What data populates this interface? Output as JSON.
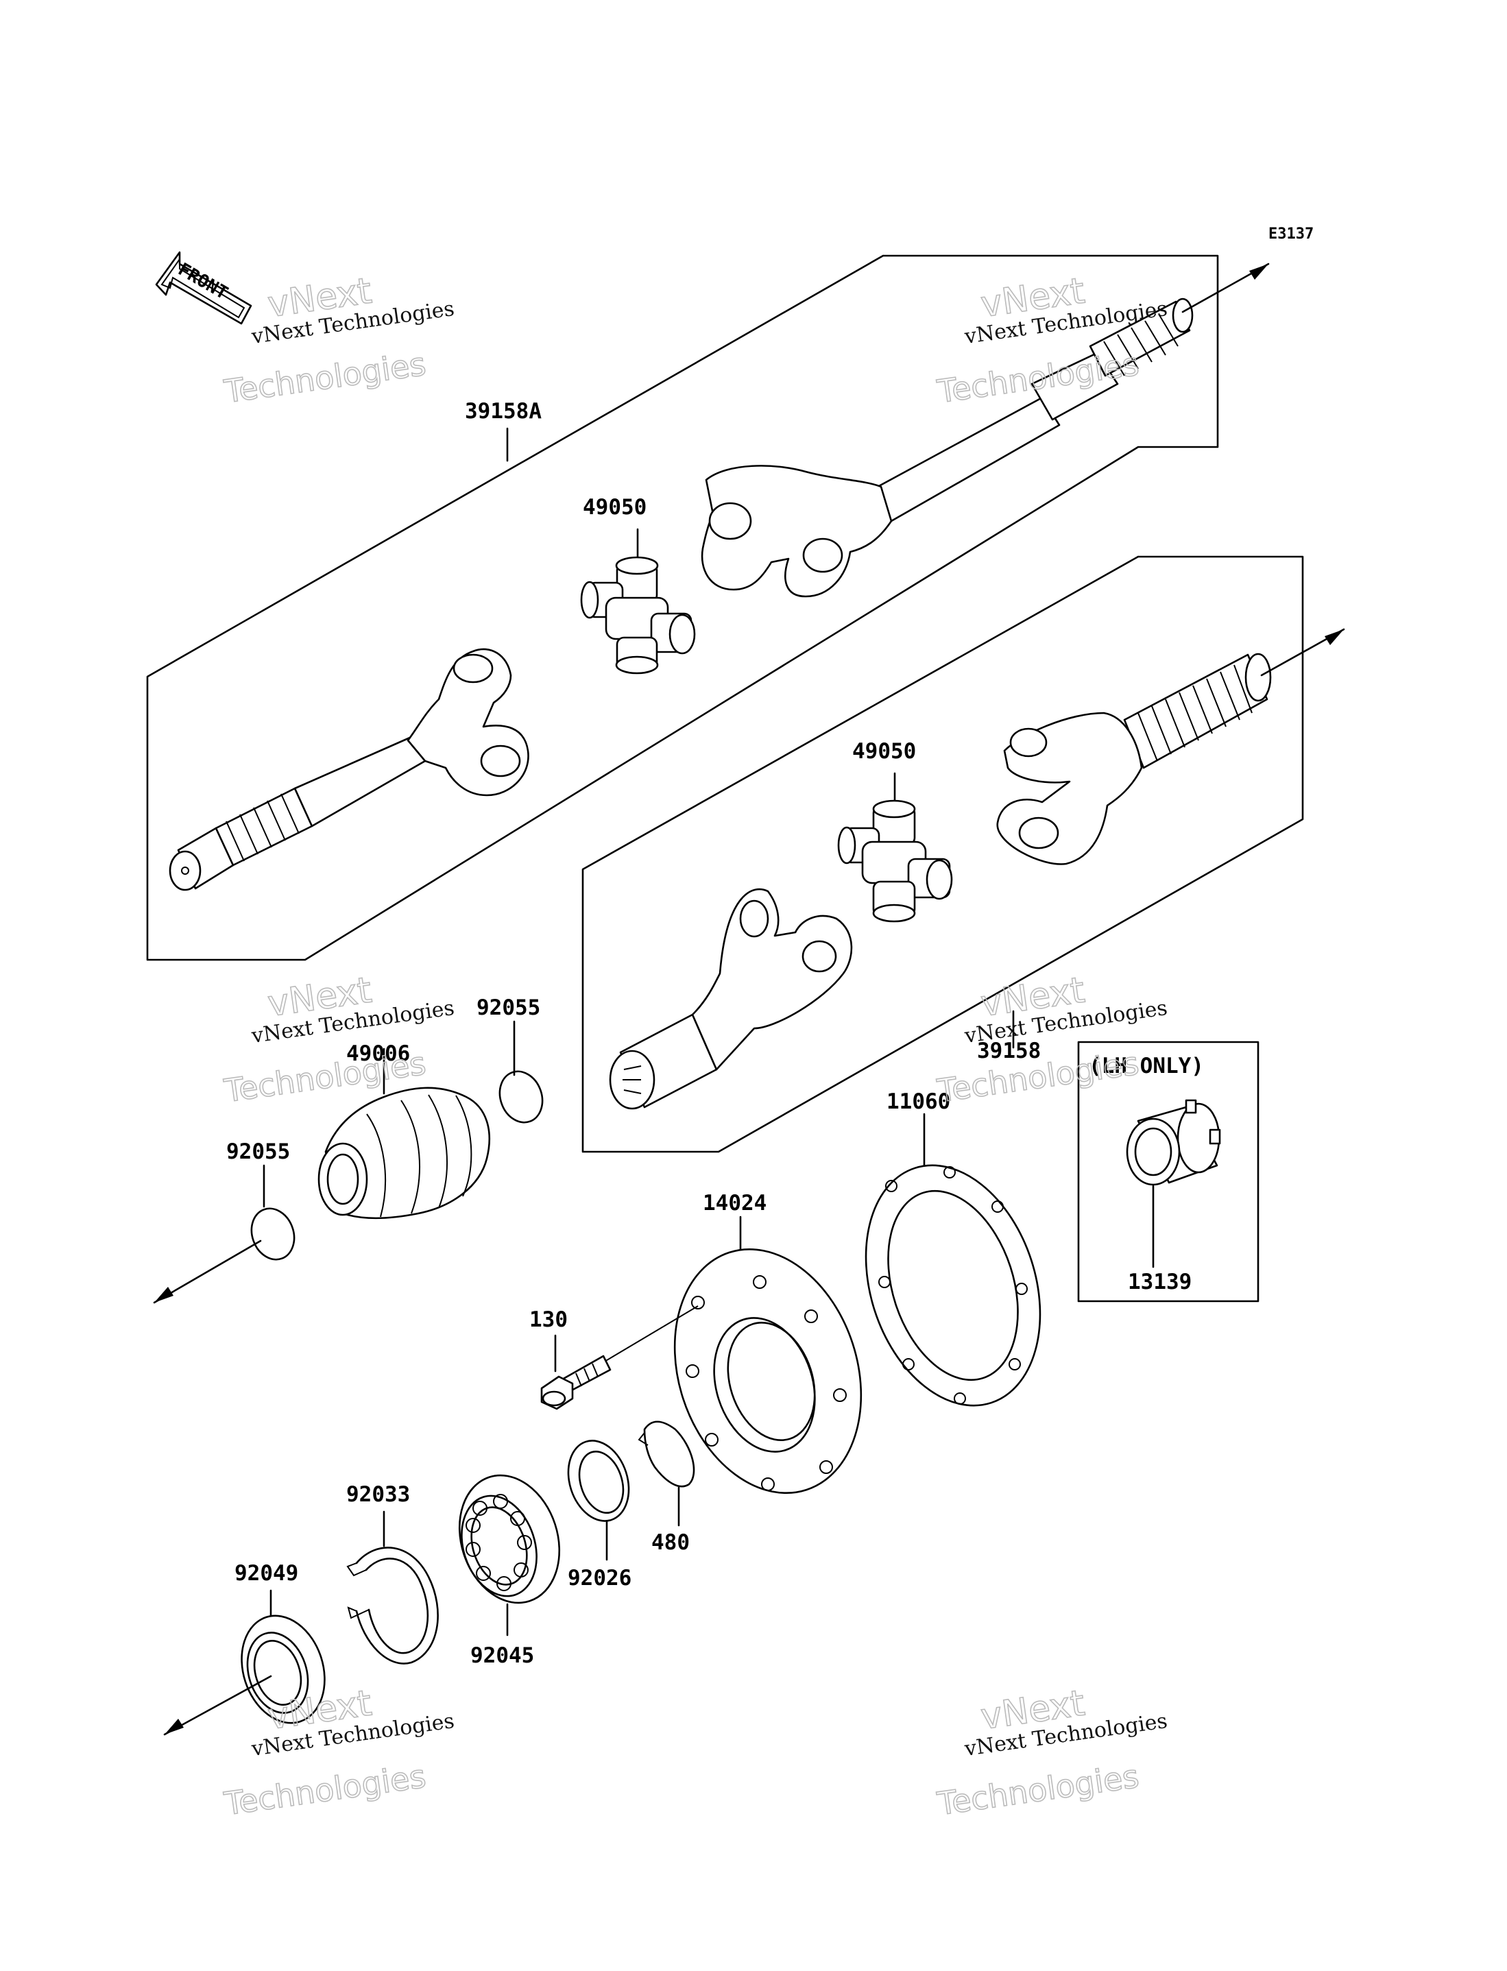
{
  "diagram_code": "E3137",
  "front_indicator": "FRONT",
  "callouts": {
    "p39158A": "39158A",
    "p49050_upper": "49050",
    "p49050_lower": "49050",
    "p39158": "39158",
    "p49006": "49006",
    "p92055_upper": "92055",
    "p92055_lower": "92055",
    "p11060": "11060",
    "p14024": "14024",
    "p130": "130",
    "p480": "480",
    "p92026": "92026",
    "p92033": "92033",
    "p92045": "92045",
    "p92049": "92049",
    "p13139": "13139",
    "note_lh_only": "(LH ONLY)"
  },
  "watermark": {
    "line1": "vNext Technologies",
    "line2": "vNext",
    "line3": "Technologies"
  }
}
